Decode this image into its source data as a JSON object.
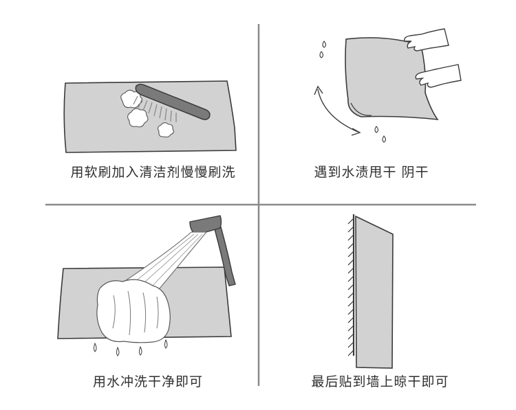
{
  "steps": [
    {
      "caption": "用软刷加入清洁剂慢慢刷洗",
      "icon": "brush-on-mat-icon"
    },
    {
      "caption": "遇到水渍甩干 阴干",
      "icon": "hands-shaking-mat-icon"
    },
    {
      "caption": "用水冲洗干净即可",
      "icon": "shower-rinsing-mat-icon"
    },
    {
      "caption": "最后贴到墙上晾干即可",
      "icon": "mat-leaning-on-wall-icon"
    }
  ],
  "colors": {
    "mat_fill": "#d2d2d2",
    "outline": "#3a3a3a",
    "divider": "#8a8a8a",
    "brush": "#7a7a7a",
    "water": "#ffffff"
  }
}
